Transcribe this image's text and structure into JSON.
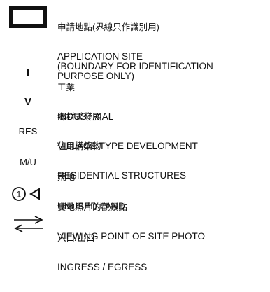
{
  "legend": {
    "items": [
      {
        "symbol": "box-outline",
        "zh": "申請地點(界線只作識別用)",
        "en": "APPLICATION SITE\n(BOUNDARY FOR IDENTIFICATION\nPURPOSE ONLY)"
      },
      {
        "symbol": "I",
        "zh": "工業",
        "en": "INDUSTRIAL"
      },
      {
        "symbol": "V",
        "zh": "鄉村式發展",
        "en": "VILLAGE TYPE DEVELOPMENT"
      },
      {
        "symbol": "RES",
        "zh": "住用構築物",
        "en": "RESIDENTIAL STRUCTURES"
      },
      {
        "symbol": "M/U",
        "zh": "荒地",
        "en": "UNUSED LAND"
      },
      {
        "symbol": "viewing-point",
        "symbol_number": "1",
        "zh": "實地照片的觀景點",
        "en": "VIEWING POINT OF SITE PHOTO"
      },
      {
        "symbol": "ingress-egress-arrows",
        "zh": "入口/出口",
        "en": "INGRESS / EGRESS"
      }
    ]
  }
}
